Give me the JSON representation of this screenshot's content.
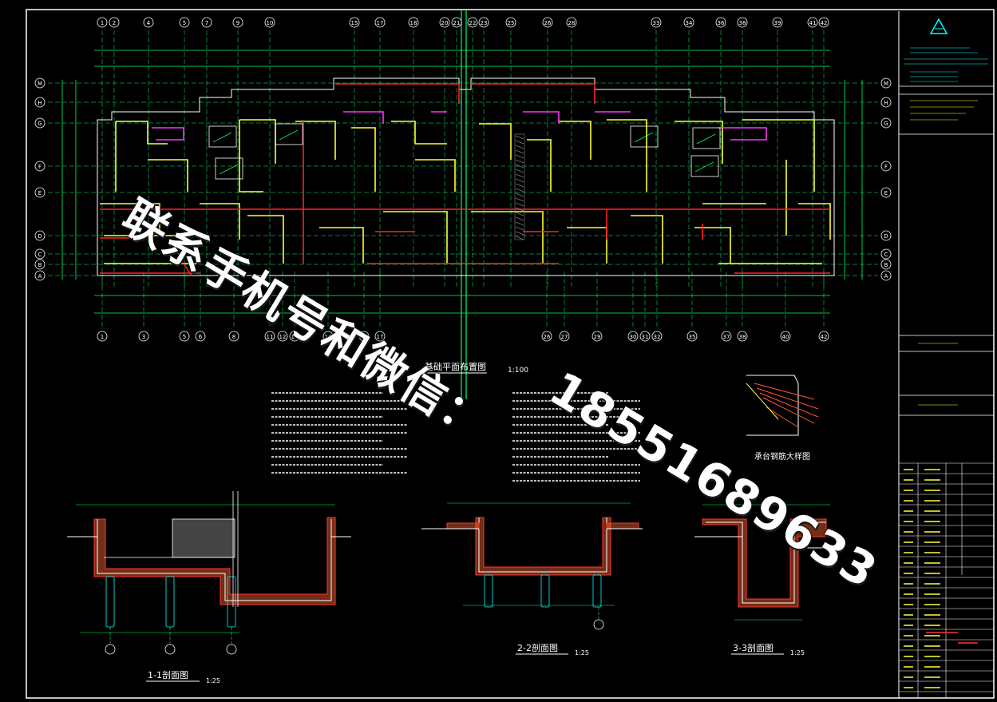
{
  "drawing": {
    "plan_title": "基础平面布置图",
    "plan_scale": "1:100",
    "section_1_title": "1-1剖面图",
    "section_2_title": "2-2剖面图",
    "section_3_title": "3-3剖面图",
    "section_scale": "1:25",
    "detail_title": "承台钢筋大样图",
    "axis_labels_top": [
      "1",
      "2",
      "4",
      "5",
      "7",
      "9",
      "10",
      "15",
      "17",
      "18",
      "20",
      "21",
      "22",
      "23",
      "25",
      "26",
      "28",
      "33",
      "34",
      "36",
      "38",
      "39",
      "41",
      "42"
    ],
    "axis_labels_bottom": [
      "1",
      "3",
      "5",
      "6",
      "8",
      "11",
      "12",
      "13",
      "14",
      "16",
      "17",
      "26",
      "27",
      "29",
      "30",
      "31",
      "32",
      "35",
      "37",
      "38",
      "40",
      "42"
    ],
    "axis_labels_side": [
      "M",
      "H",
      "G",
      "F",
      "E",
      "D",
      "C",
      "B",
      "A"
    ]
  },
  "watermark": {
    "line1": "联系手机号和微信：",
    "line2": "18551689633"
  },
  "colors": {
    "background": "#000000",
    "axis": "#00ff66",
    "wall_yellow": "#ffff33",
    "wall_red": "#ff2222",
    "magenta": "#ff33ff",
    "border": "#ffffff",
    "title_block": "#00ffff"
  }
}
